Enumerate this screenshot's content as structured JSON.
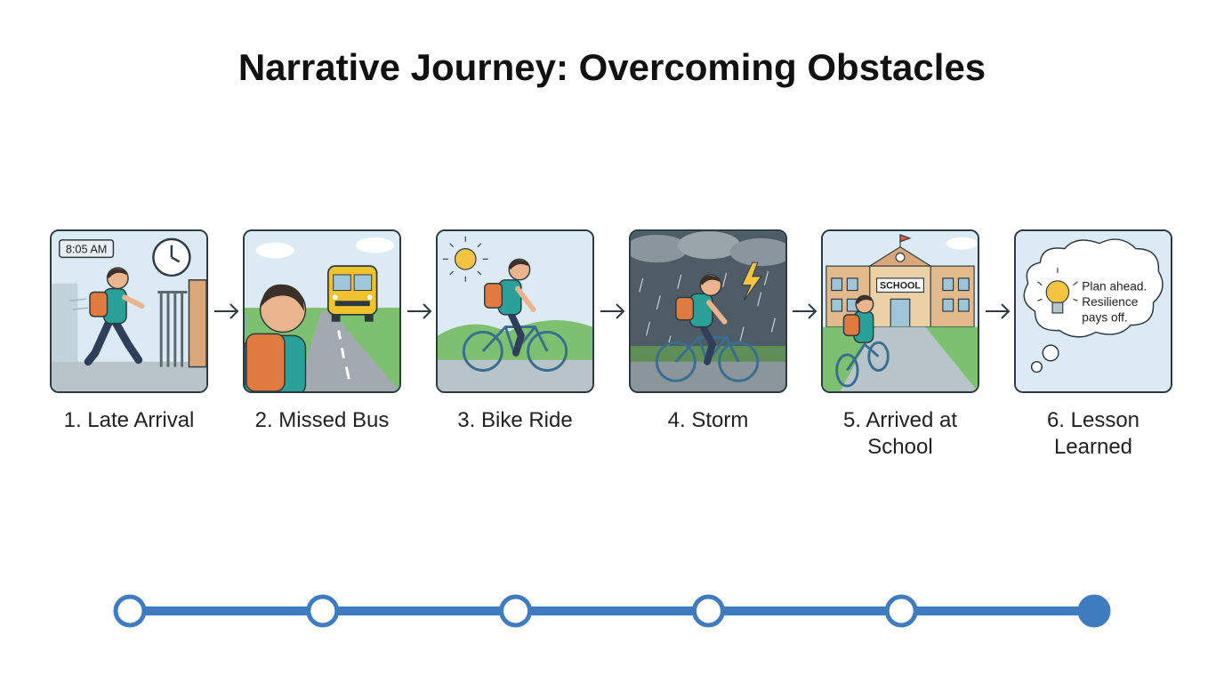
{
  "title": "Narrative Journey: Overcoming Obstacles",
  "steps": [
    {
      "caption": "1. Late Arrival",
      "clock_text": "8:05 AM"
    },
    {
      "caption": "2. Missed Bus"
    },
    {
      "caption": "3. Bike Ride"
    },
    {
      "caption": "4. Storm"
    },
    {
      "caption": "5. Arrived at School",
      "sign_text": "SCHOOL"
    },
    {
      "caption": "6. Lesson Learned",
      "thought_lines": [
        "Plan ahead.",
        "Resilience",
        "pays off."
      ]
    }
  ],
  "timeline": {
    "node_count": 6,
    "active_index": 5,
    "color": "#3f7bbf"
  }
}
